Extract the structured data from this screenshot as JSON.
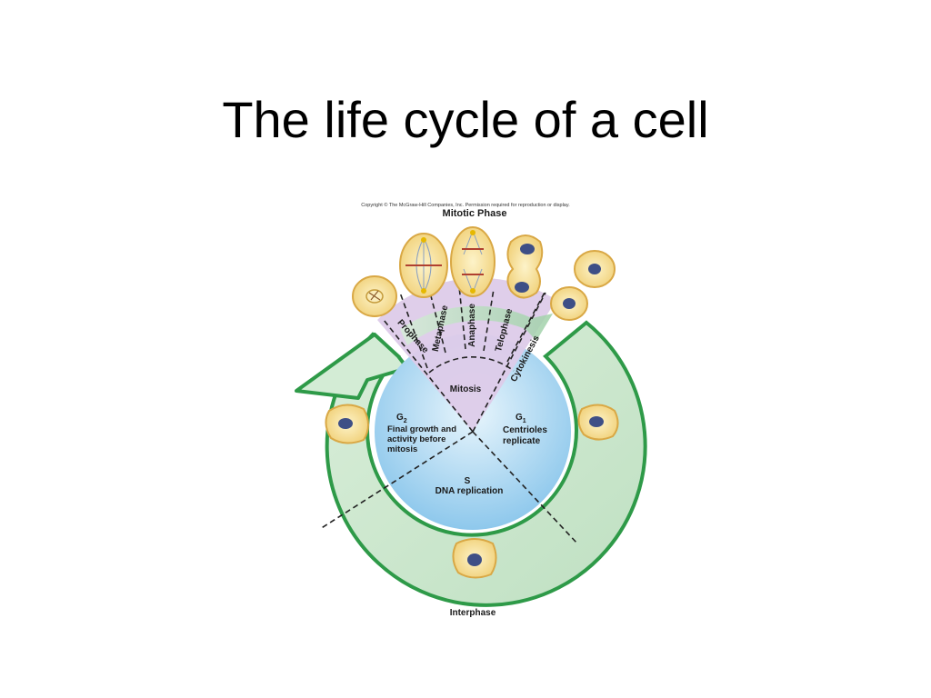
{
  "slide": {
    "title": "The life cycle of a cell"
  },
  "diagram": {
    "copyright": "Copyright © The McGraw-Hill Companies, Inc. Permission required for reproduction or display.",
    "mitotic_phase_label": "Mitotic Phase",
    "stages": {
      "prophase": "Prophase",
      "metaphase": "Metaphase",
      "anaphase": "Anaphase",
      "telophase": "Telophase",
      "cytokinesis": "Cytokinesis"
    },
    "mitosis_label": "Mitosis",
    "g2": {
      "label": "G",
      "subscript": "2",
      "line1": "Final growth and",
      "line2": "activity before",
      "line3": "mitosis"
    },
    "g1": {
      "label": "G",
      "subscript": "1",
      "line1": "Centrioles",
      "line2": "replicate"
    },
    "s": {
      "label": "S",
      "line1": "DNA replication"
    },
    "interphase_label": "Interphase",
    "colors": {
      "ring_fill": "#cfe8cf",
      "ring_edge": "#2e9a48",
      "inner_blue": "#a8d4f0",
      "mitosis_purple": "#d9c6e6",
      "cell_fill": "#f7e6a6",
      "cell_edge": "#e0b24a",
      "nucleus": "#3e4f86"
    }
  }
}
